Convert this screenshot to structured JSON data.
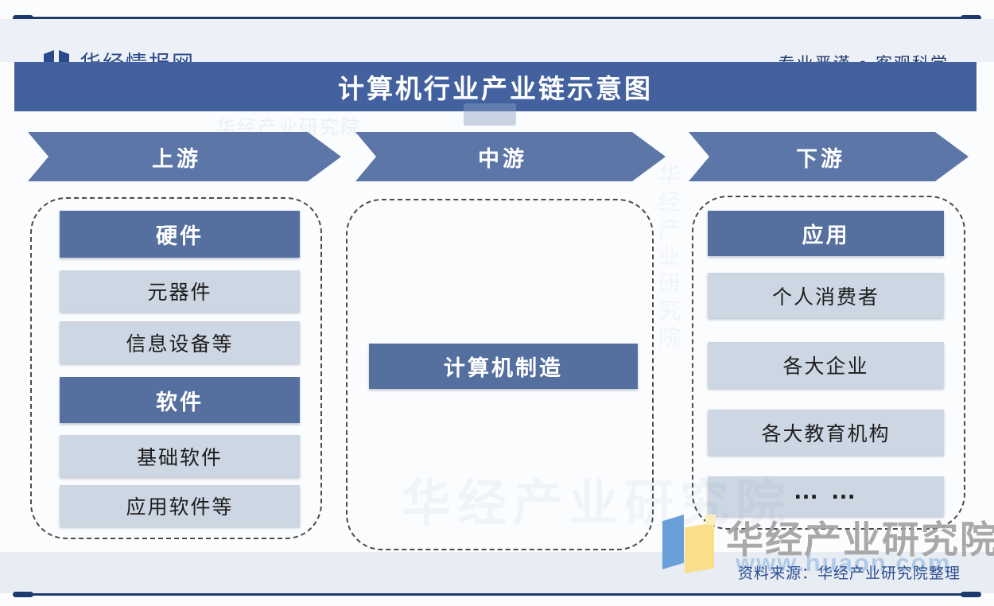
{
  "header": {
    "site_name": "华经情报网",
    "tagline": "专业严谨 ● 客观科学"
  },
  "title": "计算机行业产业链示意图",
  "stages": [
    {
      "label": "上游",
      "items": [
        {
          "label": "硬件",
          "style": "header"
        },
        {
          "label": "元器件",
          "style": "item"
        },
        {
          "label": "信息设备等",
          "style": "item"
        },
        {
          "label": "软件",
          "style": "header"
        },
        {
          "label": "基础软件",
          "style": "item"
        },
        {
          "label": "应用软件等",
          "style": "item"
        }
      ]
    },
    {
      "label": "中游",
      "items": [
        {
          "label": "计算机制造",
          "style": "header"
        }
      ]
    },
    {
      "label": "下游",
      "items": [
        {
          "label": "应用",
          "style": "header"
        },
        {
          "label": "个人消费者",
          "style": "item"
        },
        {
          "label": "各大企业",
          "style": "item"
        },
        {
          "label": "各大教育机构",
          "style": "item"
        },
        {
          "label": "… …",
          "style": "item"
        }
      ]
    }
  ],
  "footer": {
    "brand": "华经产业研究院",
    "watermark": "www.huaon.com",
    "source": "资料来源：华经产业研究院整理"
  },
  "watermarks": {
    "faint_brand": "华经产业研究院"
  },
  "colors": {
    "navy_rule": "#1c3a6e",
    "title_bar": "#42619e",
    "arrow": "#5b76a7",
    "dark_bar": "#556f9e",
    "light_bar": "#cdd6e3",
    "header_band": "#edf1f7",
    "footer_band": "#e8ecf3",
    "source_text": "#2d4f93",
    "brand_gray": "#a3a3a3",
    "mark_blue": "#69a0d8",
    "mark_yellow": "#fbde8a"
  }
}
